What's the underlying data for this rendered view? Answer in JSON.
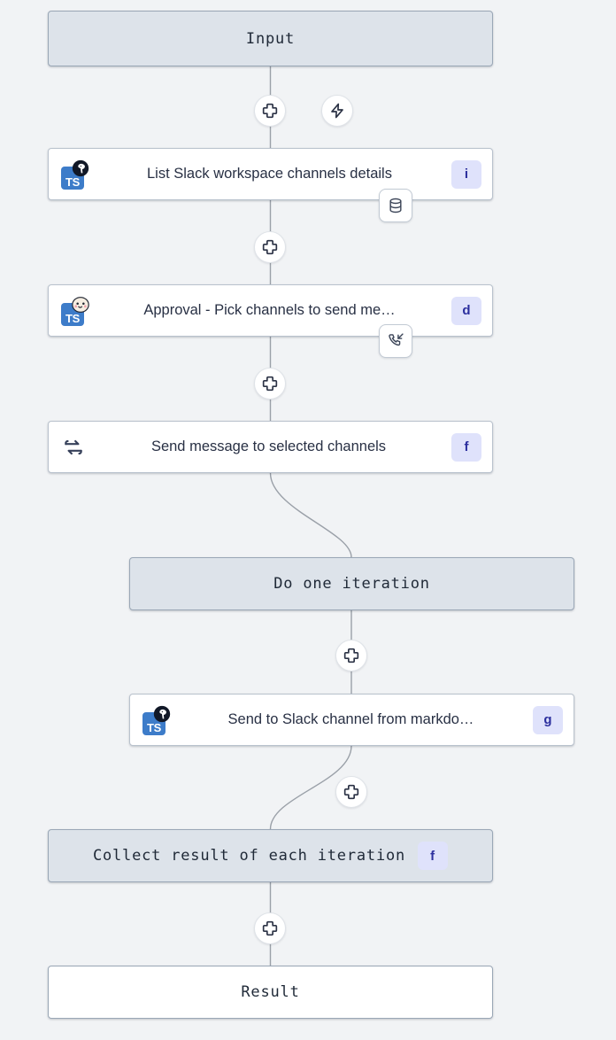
{
  "canvas": {
    "background": "#f1f3f5",
    "edge_color": "#9aa0a8",
    "module_fill": "#dde3ea",
    "module_border": "#9aa7b6",
    "step_fill": "#ffffff",
    "step_border": "#b9c2cd",
    "badge_fill": "#dfe2fb",
    "badge_text": "#2c2f9e",
    "ts_tile_color": "#3d7cc9"
  },
  "nodes": {
    "input": {
      "label": "Input",
      "kind": "module"
    },
    "list_channels": {
      "label": "List Slack workspace channels details",
      "badge": "i",
      "language": "TS",
      "runtime": "deno",
      "corner_badge": "database-icon"
    },
    "approval": {
      "label": "Approval - Pick channels to send me…",
      "badge": "d",
      "language": "TS",
      "runtime": "bun",
      "corner_badge": "phone-incoming-icon"
    },
    "send_message": {
      "label": "Send message to selected channels",
      "badge": "f",
      "icon": "repeat-icon"
    },
    "do_one_iteration": {
      "label": "Do one iteration",
      "kind": "module"
    },
    "send_to_slack": {
      "label": "Send to Slack channel from markdo…",
      "badge": "g",
      "language": "TS",
      "runtime": "deno"
    },
    "collect_result": {
      "label": "Collect result of each iteration",
      "badge": "f",
      "kind": "module"
    },
    "result": {
      "label": "Result",
      "kind": "module"
    }
  },
  "edge_buttons": [
    {
      "name": "add-step-after-input",
      "icon": "plus-icon"
    },
    {
      "name": "add-trigger-after-input",
      "icon": "zap-icon"
    },
    {
      "name": "add-step-after-list-channels",
      "icon": "plus-icon"
    },
    {
      "name": "add-step-after-approval",
      "icon": "plus-icon"
    },
    {
      "name": "add-step-inside-loop",
      "icon": "plus-icon"
    },
    {
      "name": "add-step-after-send-to-slack",
      "icon": "plus-icon"
    },
    {
      "name": "add-step-after-collect-result",
      "icon": "plus-icon"
    }
  ]
}
